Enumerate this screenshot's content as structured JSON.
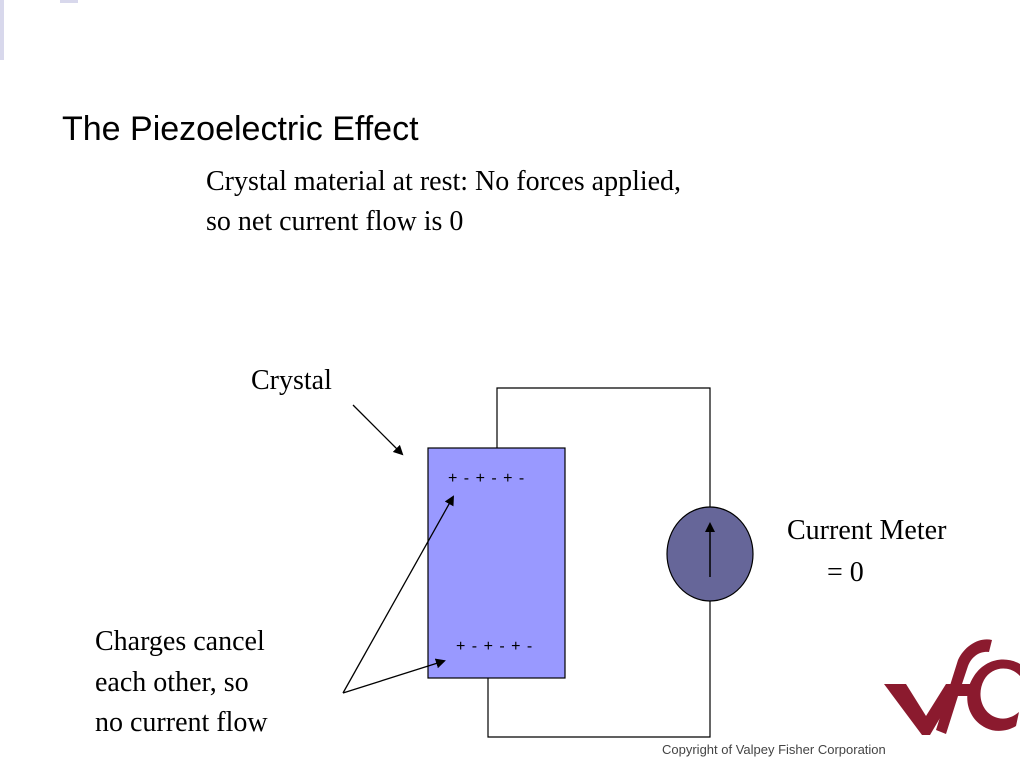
{
  "title": "The Piezoelectric Effect",
  "caption": {
    "line1": "Crystal material at rest: No forces applied,",
    "line2": "so net current flow is 0"
  },
  "crystal": {
    "label": "Crystal",
    "fill_color": "#9999ff",
    "top_charges": "+ - + - + -",
    "bottom_charges": "+ - + - + -"
  },
  "meter": {
    "label_line1": "Current Meter",
    "label_line2": "= 0",
    "fill_color": "#666699"
  },
  "charges_note": {
    "line1": "Charges cancel",
    "line2": "each other, so",
    "line3": "no current flow"
  },
  "logo": {
    "text": "VFC",
    "color": "#8b1a2e"
  },
  "copyright": "Copyright of Valpey Fisher Corporation"
}
